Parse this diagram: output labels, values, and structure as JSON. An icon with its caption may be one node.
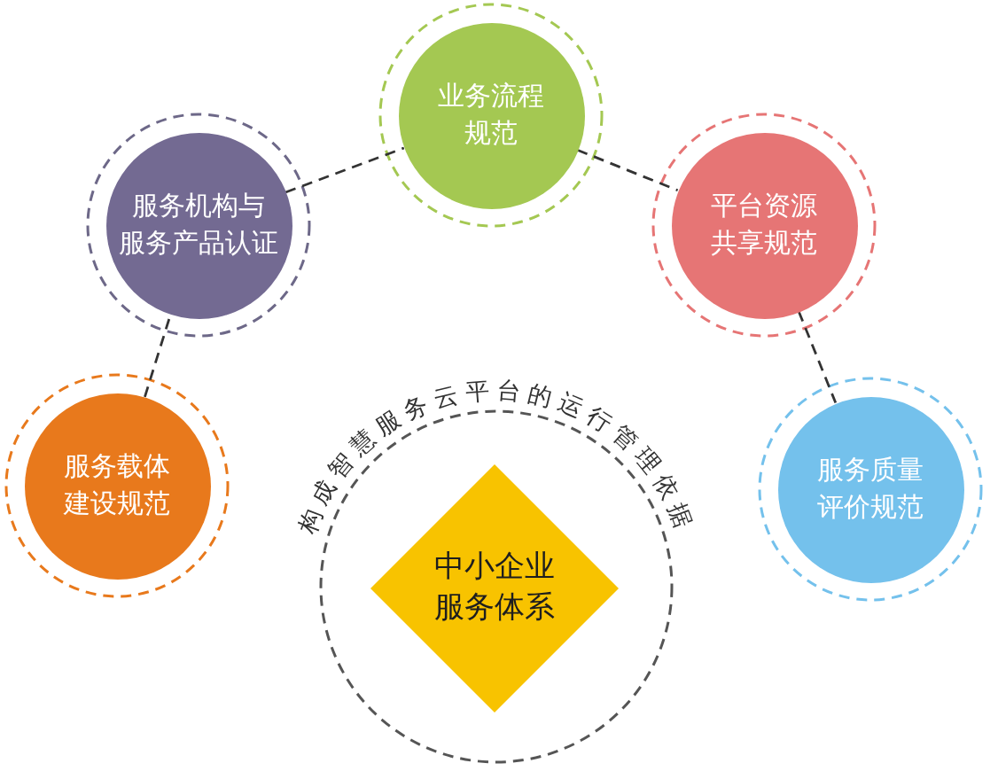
{
  "diagram": {
    "nodes": [
      {
        "text": [
          "业务流程规范"
        ]
      },
      {
        "text": [
          "服务机构与服务产品认证"
        ]
      },
      {
        "text": [
          "平台资源共享规范"
        ]
      },
      {
        "text": [
          "服务载体建设规范"
        ]
      },
      {
        "text": [
          "服务质量评价规范"
        ]
      },
      {
        "text": [
          "中小企业服务体系"
        ],
        "beside": [
          "构成智慧服务云平台的运行管理依据"
        ]
      }
    ],
    "edges": [
      {
        "from": 3,
        "to": 1,
        "arrow": "none",
        "style": "dashed"
      },
      {
        "from": 1,
        "to": 0,
        "arrow": "none",
        "style": "dashed"
      },
      {
        "from": 0,
        "to": 2,
        "arrow": "none",
        "style": "dashed"
      },
      {
        "from": 2,
        "to": 4,
        "arrow": "none",
        "style": "dashed"
      }
    ]
  }
}
